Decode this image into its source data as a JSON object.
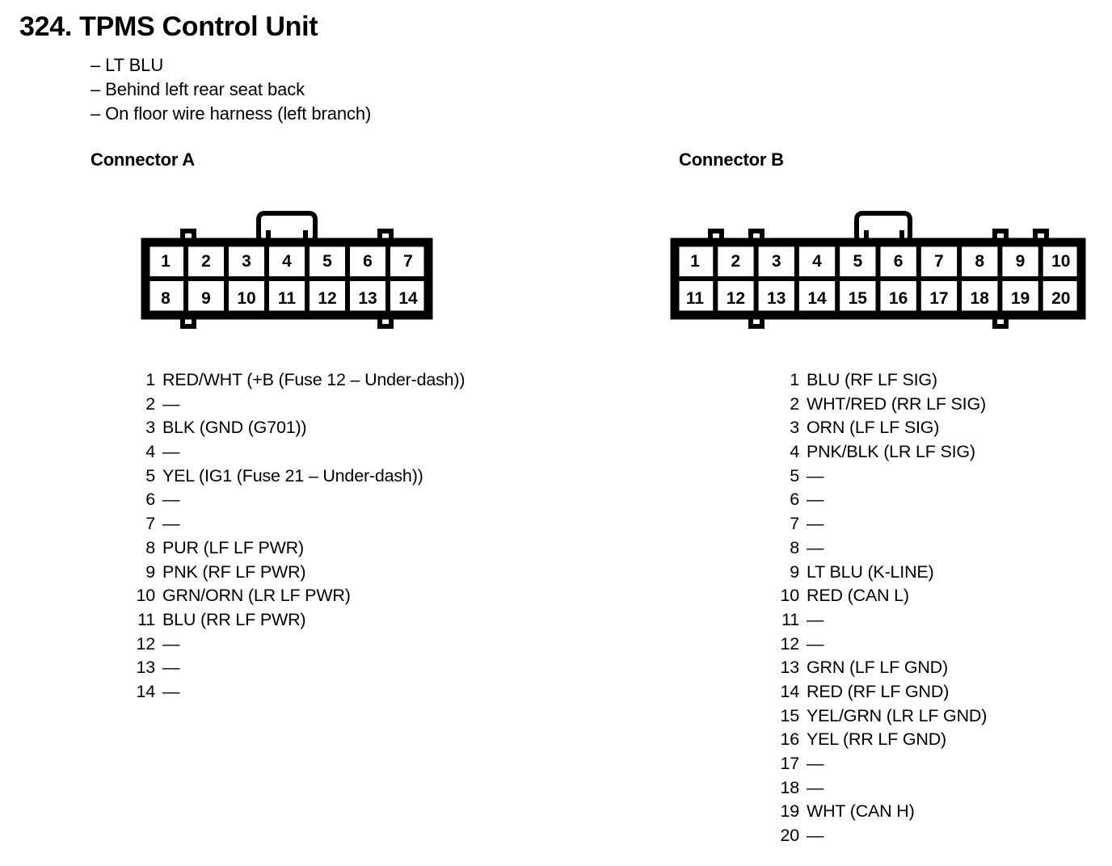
{
  "header": {
    "number": "324.",
    "title": "324. TPMS Control Unit",
    "sub_lines": [
      "– LT BLU",
      "– Behind left rear seat back",
      "– On floor wire harness (left branch)"
    ]
  },
  "connector_a": {
    "heading": "Connector A",
    "diagram": {
      "columns": 7,
      "rows": 2,
      "top_row": [
        "1",
        "2",
        "3",
        "4",
        "5",
        "6",
        "7"
      ],
      "bottom_row": [
        "8",
        "9",
        "10",
        "11",
        "12",
        "13",
        "14"
      ],
      "top_tabs": 2,
      "bottom_tabs": 2,
      "latch": "center-top-rounded-latch"
    },
    "pins": [
      {
        "num": "1",
        "label": "RED/WHT (+B (Fuse 12 – Under-dash))"
      },
      {
        "num": "2",
        "label": "—"
      },
      {
        "num": "3",
        "label": "BLK (GND (G701))"
      },
      {
        "num": "4",
        "label": "—"
      },
      {
        "num": "5",
        "label": "YEL (IG1 (Fuse 21 – Under-dash))"
      },
      {
        "num": "6",
        "label": "—"
      },
      {
        "num": "7",
        "label": "—"
      },
      {
        "num": "8",
        "label": "PUR (LF LF PWR)"
      },
      {
        "num": "9",
        "label": "PNK (RF LF PWR)"
      },
      {
        "num": "10",
        "label": "GRN/ORN (LR LF PWR)"
      },
      {
        "num": "11",
        "label": "BLU (RR LF PWR)"
      },
      {
        "num": "12",
        "label": "—"
      },
      {
        "num": "13",
        "label": "—"
      },
      {
        "num": "14",
        "label": "—"
      }
    ]
  },
  "connector_b": {
    "heading": "Connector B",
    "diagram": {
      "columns": 10,
      "rows": 2,
      "top_row": [
        "1",
        "2",
        "3",
        "4",
        "5",
        "6",
        "7",
        "8",
        "9",
        "10"
      ],
      "bottom_row": [
        "11",
        "12",
        "13",
        "14",
        "15",
        "16",
        "17",
        "18",
        "19",
        "20"
      ],
      "top_tabs": 4,
      "bottom_tabs": 2,
      "latch": "center-top-rounded-latch"
    },
    "pins": [
      {
        "num": "1",
        "label": "BLU (RF LF SIG)"
      },
      {
        "num": "2",
        "label": "WHT/RED (RR LF SIG)"
      },
      {
        "num": "3",
        "label": "ORN (LF LF SIG)"
      },
      {
        "num": "4",
        "label": "PNK/BLK (LR LF SIG)"
      },
      {
        "num": "5",
        "label": "—"
      },
      {
        "num": "6",
        "label": "—"
      },
      {
        "num": "7",
        "label": "—"
      },
      {
        "num": "8",
        "label": "—"
      },
      {
        "num": "9",
        "label": "LT BLU (K-LINE)"
      },
      {
        "num": "10",
        "label": "RED (CAN L)"
      },
      {
        "num": "11",
        "label": "—"
      },
      {
        "num": "12",
        "label": "—"
      },
      {
        "num": "13",
        "label": "GRN (LF LF GND)"
      },
      {
        "num": "14",
        "label": "RED (RF LF GND)"
      },
      {
        "num": "15",
        "label": "YEL/GRN (LR LF GND)"
      },
      {
        "num": "16",
        "label": "YEL (RR LF GND)"
      },
      {
        "num": "17",
        "label": "—"
      },
      {
        "num": "18",
        "label": "—"
      },
      {
        "num": "19",
        "label": "WHT (CAN H)"
      },
      {
        "num": "20",
        "label": "—"
      }
    ]
  },
  "colors": {
    "ink": "#000000",
    "paper": "#ffffff"
  }
}
